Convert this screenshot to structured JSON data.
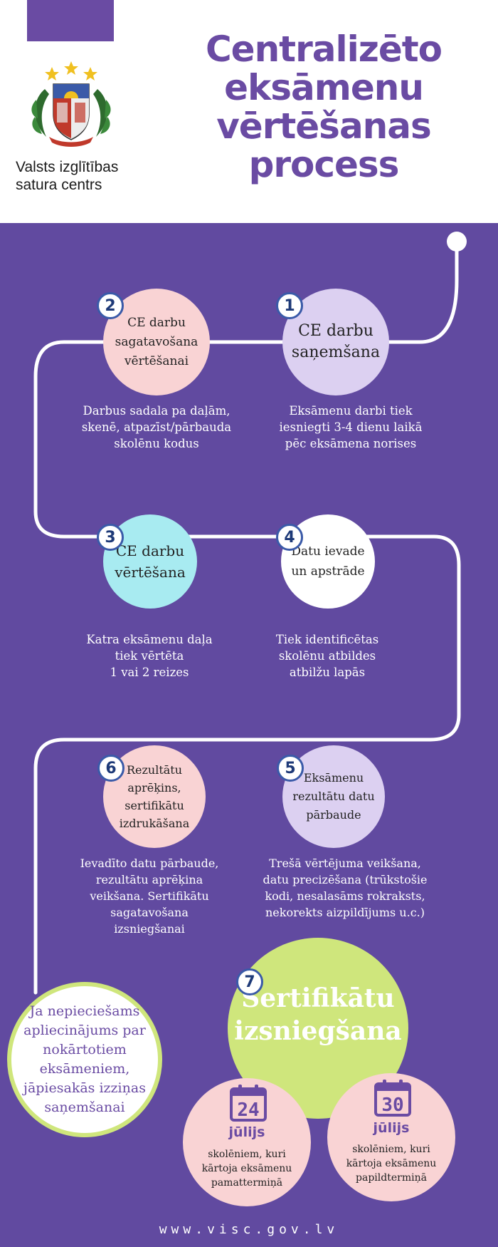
{
  "header": {
    "org_name_line1": "Valsts izglītības",
    "org_name_line2": "satura centrs",
    "title_lines": [
      "Centralizēto",
      "eksāmenu",
      "vērtēšanas",
      "process"
    ]
  },
  "steps": [
    {
      "number": "1",
      "title_lines": [
        "CE darbu",
        "saņemšana"
      ],
      "description_lines": [
        "Eksāmenu darbi tiek",
        "iesniegti 3-4 dienu laikā",
        "pēc eksāmena norises"
      ]
    },
    {
      "number": "2",
      "title_lines": [
        "CE darbu",
        "sagatavošana",
        "vērtēšanai"
      ],
      "description_lines": [
        "Darbus sadala pa daļām,",
        "skenē, atpazīst/pārbauda",
        "skolēnu kodus"
      ]
    },
    {
      "number": "3",
      "title_lines": [
        "CE darbu",
        "vērtēšana"
      ],
      "description_lines": [
        "Katra eksāmenu daļa",
        "tiek vērtēta",
        "1 vai 2 reizes"
      ]
    },
    {
      "number": "4",
      "title_lines": [
        "Datu ievade",
        "un apstrāde"
      ],
      "description_lines": [
        "Tiek identificētas",
        "skolēnu atbildes",
        "atbilžu lapās"
      ]
    },
    {
      "number": "5",
      "title_lines": [
        "Eksāmenu",
        "rezultātu datu",
        "pārbaude"
      ],
      "description_lines": [
        "Trešā vērtējuma veikšana,",
        "datu precizēšana (trūkstošie",
        "kodi, nesalasāms rokraksts,",
        "nekorekts aizpildījums u.c.)"
      ]
    },
    {
      "number": "6",
      "title_lines": [
        "Rezultātu",
        "aprēķins,",
        "sertifikātu",
        "izdrukāšana"
      ],
      "description_lines": [
        "Ievadīto datu pārbaude,",
        "rezultātu aprēķina",
        "veikšana. Sertifikātu",
        "sagatavošana",
        "izsniegšanai"
      ]
    },
    {
      "number": "7",
      "title_lines": [
        "Sertifikātu",
        "izsniegšana"
      ]
    }
  ],
  "note": {
    "lines": [
      "Ja nepieciešams",
      "apliecinājums par",
      "nokārtotiem",
      "eksāmeniem,",
      "jāpiesakās izziņas",
      "saņemšanai"
    ]
  },
  "dates": [
    {
      "day": "24",
      "month": "jūlijs",
      "description_lines": [
        "skolēniem, kuri",
        "kārtoja eksāmenu",
        "pamattermiņā"
      ]
    },
    {
      "day": "30",
      "month": "jūlijs",
      "description_lines": [
        "skolēniem, kuri",
        "kārtoja eksāmenu",
        "papildtermiņā"
      ]
    }
  ],
  "footer": {
    "url": "www.visc.gov.lv"
  },
  "colors": {
    "brand_purple": "#614aa0",
    "title_purple": "#6a4ba3",
    "step1": "#dcd0f1",
    "step2": "#f9d3d4",
    "step3": "#a8ebf1",
    "step4": "#ffffff",
    "step5": "#dcd0f1",
    "step6": "#f9d3d4",
    "step7": "#cfe67c",
    "badge_border": "#3a5aa8"
  }
}
